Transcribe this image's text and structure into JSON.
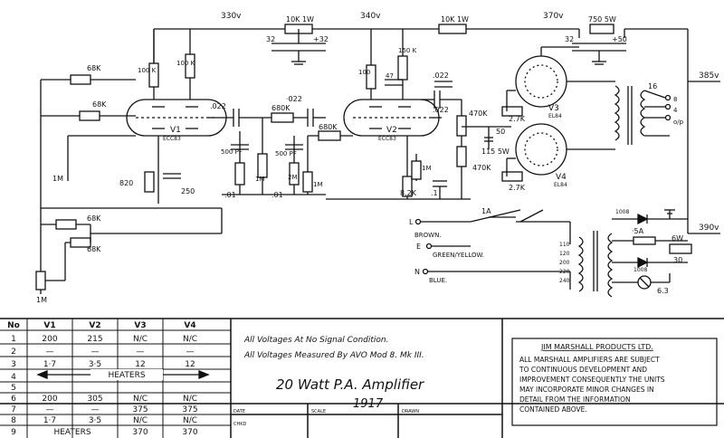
{
  "rails": {
    "v330": "330v",
    "v340": "340v",
    "v370": "370v",
    "v385": "385v",
    "v390": "390v"
  },
  "supply": {
    "r10k_1w_a": "10K 1W",
    "r10k_1w_b": "10K 1W",
    "r750_5w": "750  5W",
    "cap_32": "32",
    "cap_plus_32": "+32",
    "cap_32_b": "32",
    "cap_50": "+50"
  },
  "components": {
    "r100k_a": "100 K",
    "r100k_b": "100 K",
    "r100_c": "100",
    "r150": "150 K",
    "c022_a": ".022",
    "c022_b": "·022",
    "c022_c": ".022",
    "c022_d": ".022",
    "r68k_a": "68K",
    "r68k_b": "68K",
    "r68k_c": "68K",
    "r68k_d": "68K",
    "r1m_a": "1M",
    "r1m_b": "1M",
    "r1m_c": "1M",
    "r1m_d": "1M",
    "r1m_e": "1M",
    "r820": "820",
    "c250": "250",
    "c47": "47",
    "r680k_a": "680K",
    "r680k_b": "680K",
    "c500pf_a": "500 PF",
    "c500pf_b": "500 PF",
    "r2m": "2M",
    "c01_a": ".01",
    "c01_b": ".01",
    "c01_c": ".1",
    "r82k": "8.2K",
    "r470k_a": "470K",
    "r470k_b": "470K",
    "c50": "50",
    "r115_5w": "115 5W",
    "r27k_a": "2.7K",
    "r27k_b": "2.7K",
    "v1": "V1",
    "v1_type": "ECC83",
    "v2": "V2",
    "v2_type": "ECC83",
    "v3": "V3",
    "v3_type": "EL84",
    "v4": "V4",
    "v4_type": "EL84",
    "ot_16": "16",
    "ot_8": "8",
    "ot_4": "4",
    "ot_op": "o/p"
  },
  "mains": {
    "L": "L",
    "E": "E",
    "N": "N",
    "brown": "BROWN.",
    "green_yellow": "GREEN/YELLOW.",
    "blue": "BLUE.",
    "fuse_1a": "1A",
    "taps": [
      "110",
      "120",
      "200",
      "220",
      "240"
    ],
    "diode_a": "1008",
    "diode_b": "1008",
    "fuse_5a": "·5A",
    "hv_6w": "6W",
    "hv_30": "30",
    "lamp": "6.3"
  },
  "table": {
    "headers": [
      "No",
      "V1",
      "V2",
      "V3",
      "V4"
    ],
    "rows": [
      [
        "1",
        "200",
        "215",
        "N/C",
        "N/C"
      ],
      [
        "2",
        "—",
        "—",
        "—",
        "—"
      ],
      [
        "3",
        "1·7",
        "3·5",
        "12",
        "12"
      ],
      [
        "4",
        "",
        "",
        "",
        ""
      ],
      [
        "5",
        "",
        "",
        "",
        ""
      ],
      [
        "6",
        "200",
        "305",
        "N/C",
        "N/C"
      ],
      [
        "7",
        "—",
        "—",
        "375",
        "375"
      ],
      [
        "8",
        "1·7",
        "3·5",
        "N/C",
        "N/C"
      ],
      [
        "9",
        "HEATERS",
        "",
        "370",
        "370"
      ]
    ],
    "heaters_label": "HEATERS"
  },
  "notes": {
    "line1": "All Voltages At No Signal Condition.",
    "line2": "All Voltages Measured By AVO Mod 8. Mk III.",
    "title": "20 Watt P.A. Amplifier",
    "number": "1917"
  },
  "company": {
    "name": "JIM MARSHALL PRODUCTS LTD.",
    "lines": [
      "ALL MARSHALL AMPLIFIERS ARE SUBJECT",
      "TO CONTINUOUS DEVELOPMENT AND",
      "IMPROVEMENT CONSEQUENTLY THE UNITS",
      "MAY INCORPORATE MINOR CHANGES IN",
      "DETAIL FROM THE INFORMATION",
      "CONTAINED ABOVE."
    ]
  },
  "titleblock": {
    "date": "DATE",
    "scale": "SCALE",
    "drawn": "DRAWN",
    "checked": "CHKD"
  }
}
